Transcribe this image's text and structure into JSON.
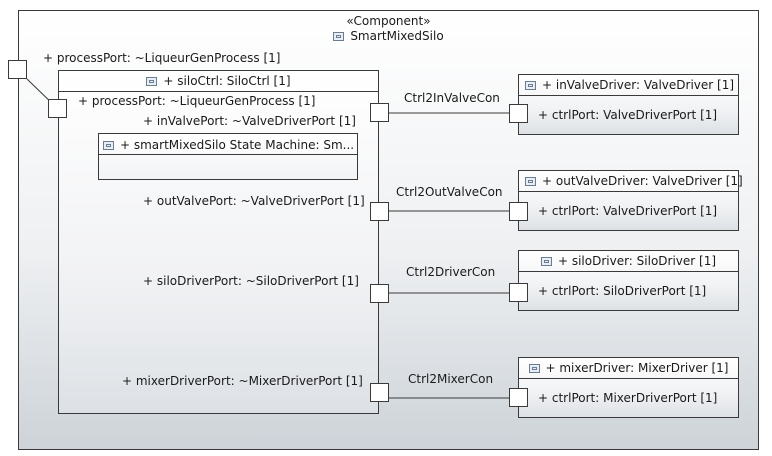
{
  "component": {
    "stereotype": "«Component»",
    "name": "SmartMixedSilo",
    "process_port_label": "+ processPort: ~LiqueurGenProcess [1]"
  },
  "siloCtrl": {
    "title": "+ siloCtrl: SiloCtrl [1]",
    "process_port_label": "+ processPort: ~LiqueurGenProcess [1]",
    "in_valve_port_label": "+ inValvePort: ~ValveDriverPort [1]",
    "out_valve_port_label": "+ outValvePort: ~ValveDriverPort [1]",
    "silo_driver_port_label": "+ siloDriverPort: ~SiloDriverPort [1]",
    "mixer_driver_port_label": "+ mixerDriverPort: ~MixerDriverPort [1]",
    "state_machine_label": "+ smartMixedSilo State Machine: Sm..."
  },
  "connectors": {
    "in_valve": "Ctrl2InValveCon",
    "out_valve": "Ctrl2OutValveCon",
    "driver": "Ctrl2DriverCon",
    "mixer": "Ctrl2MixerCon"
  },
  "parts": {
    "in_valve_driver": {
      "title": "+ inValveDriver: ValveDriver [1]",
      "port": "+ ctrlPort: ValveDriverPort [1]"
    },
    "out_valve_driver": {
      "title": "+ outValveDriver: ValveDriver [1]",
      "port": "+ ctrlPort: ValveDriverPort [1]"
    },
    "silo_driver": {
      "title": "+ siloDriver: SiloDriver [1]",
      "port": "+ ctrlPort: SiloDriverPort [1]"
    },
    "mixer_driver": {
      "title": "+ mixerDriver: MixerDriver [1]",
      "port": "+ ctrlPort: MixerDriverPort [1]"
    }
  }
}
